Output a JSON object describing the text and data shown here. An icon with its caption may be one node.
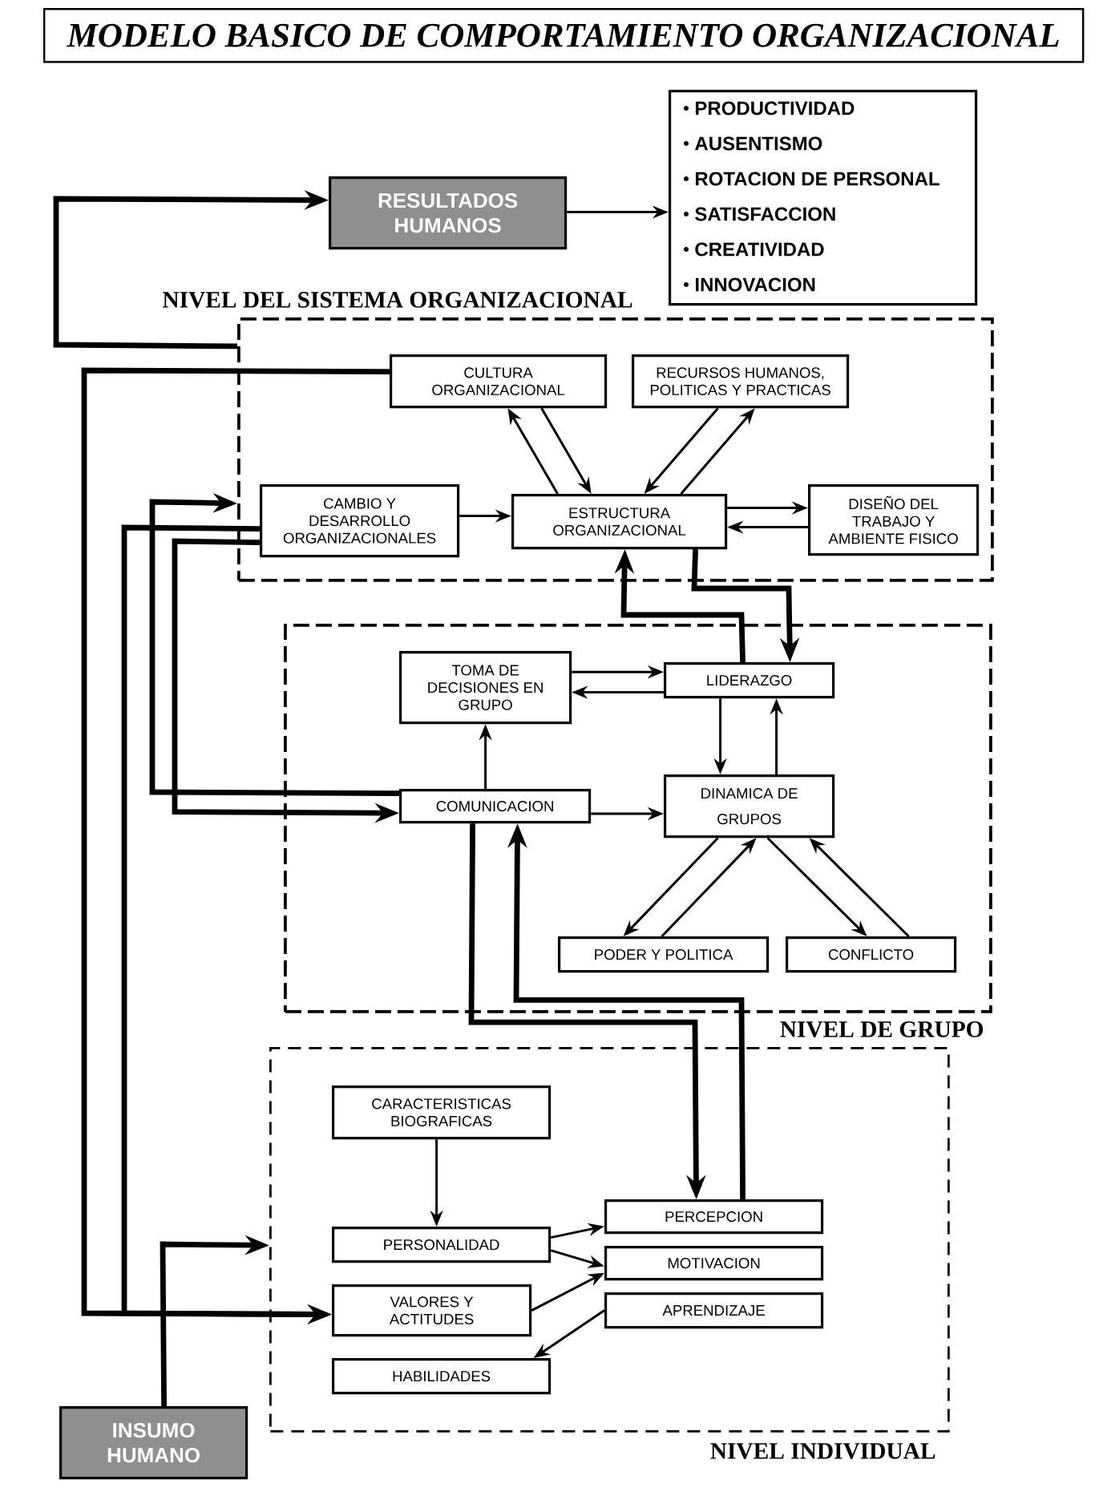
{
  "diagram": {
    "title": "MODELO BASICO DE COMPORTAMIENTO ORGANIZACIONAL",
    "nodes": [
      {
        "text": [
          "RESULTADOS HUMANOS"
        ]
      },
      {
        "text": [
          "PRODUCTIVIDAD",
          "AUSENTISMO",
          "ROTACION DE PERSONAL",
          "SATISFACCION",
          "CREATIVIDAD",
          "INNOVACION"
        ]
      },
      {
        "text": [
          "NIVEL DEL SISTEMA ORGANIZACIONAL"
        ]
      },
      {
        "text": [
          "CULTURA ORGANIZACIONAL"
        ],
        "in": 2
      },
      {
        "text": [
          "RECURSOS HUMANOS, POLITICAS Y PRACTICAS"
        ],
        "in": 2
      },
      {
        "text": [
          "CAMBIO Y DESARROLLO ORGANIZACIONALES"
        ],
        "in": 2
      },
      {
        "text": [
          "ESTRUCTURA ORGANIZACIONAL"
        ],
        "in": 2
      },
      {
        "text": [
          "DISEÑO DEL TRABAJO Y AMBIENTE FISICO"
        ],
        "in": 2
      },
      {
        "text": [
          "NIVEL DE GRUPO"
        ]
      },
      {
        "text": [
          "TOMA DE DECISIONES EN GRUPO"
        ],
        "in": 8
      },
      {
        "text": [
          "LIDERAZGO"
        ],
        "in": 8
      },
      {
        "text": [
          "COMUNICACION"
        ],
        "in": 8
      },
      {
        "text": [
          "DINAMICA DE GRUPOS"
        ],
        "in": 8
      },
      {
        "text": [
          "PODER Y POLITICA"
        ],
        "in": 8
      },
      {
        "text": [
          "CONFLICTO"
        ],
        "in": 8
      },
      {
        "text": [
          "NIVEL INDIVIDUAL"
        ]
      },
      {
        "text": [
          "CARACTERISTICAS BIOGRAFICAS"
        ],
        "in": 15
      },
      {
        "text": [
          "PERCEPCION"
        ],
        "in": 15
      },
      {
        "text": [
          "PERSONALIDAD"
        ],
        "in": 15
      },
      {
        "text": [
          "MOTIVACION"
        ],
        "in": 15
      },
      {
        "text": [
          "VALORES Y ACTITUDES"
        ],
        "in": 15
      },
      {
        "text": [
          "APRENDIZAJE"
        ],
        "in": 15
      },
      {
        "text": [
          "HABILIDADES"
        ],
        "in": 15
      },
      {
        "text": [
          "INSUMO HUMANO"
        ]
      }
    ],
    "edges": [
      {
        "from": 0,
        "to": 1,
        "arrow": "to"
      },
      {
        "from": 2,
        "to": 0,
        "arrow": "to",
        "style": "thick"
      },
      {
        "from": 3,
        "to": 6,
        "arrow": "to"
      },
      {
        "from": 6,
        "to": 3,
        "arrow": "to"
      },
      {
        "from": 4,
        "to": 6,
        "arrow": "to"
      },
      {
        "from": 6,
        "to": 4,
        "arrow": "to"
      },
      {
        "from": 5,
        "to": 6,
        "arrow": "to"
      },
      {
        "from": 6,
        "to": 7,
        "arrow": "to"
      },
      {
        "from": 7,
        "to": 6,
        "arrow": "to"
      },
      {
        "from": 6,
        "to": 10,
        "arrow": "to",
        "style": "thick"
      },
      {
        "from": 10,
        "to": 6,
        "arrow": "to",
        "style": "thick"
      },
      {
        "from": 9,
        "to": 10,
        "arrow": "to"
      },
      {
        "from": 10,
        "to": 9,
        "arrow": "to"
      },
      {
        "from": 11,
        "to": 9,
        "arrow": "to"
      },
      {
        "from": 11,
        "to": 12,
        "arrow": "to"
      },
      {
        "from": 10,
        "to": 12,
        "arrow": "to"
      },
      {
        "from": 12,
        "to": 10,
        "arrow": "to"
      },
      {
        "from": 12,
        "to": 13,
        "arrow": "to"
      },
      {
        "from": 13,
        "to": 12,
        "arrow": "to"
      },
      {
        "from": 12,
        "to": 14,
        "arrow": "to"
      },
      {
        "from": 14,
        "to": 12,
        "arrow": "to"
      },
      {
        "from": 11,
        "to": 17,
        "arrow": "to",
        "style": "thick"
      },
      {
        "from": 17,
        "to": 11,
        "arrow": "to",
        "style": "thick"
      },
      {
        "from": 16,
        "to": 18,
        "arrow": "to"
      },
      {
        "from": 18,
        "to": 17,
        "arrow": "to"
      },
      {
        "from": 18,
        "to": 19,
        "arrow": "to"
      },
      {
        "from": 20,
        "to": 19,
        "arrow": "to"
      },
      {
        "from": 21,
        "to": 22,
        "arrow": "to"
      },
      {
        "from": 3,
        "to": 20,
        "arrow": "to",
        "style": "thick"
      },
      {
        "from": 5,
        "to": 20,
        "arrow": "to",
        "style": "thick"
      },
      {
        "from": 5,
        "to": 11,
        "arrow": "to",
        "style": "thick"
      },
      {
        "from": 11,
        "to": 2,
        "arrow": "to",
        "style": "thick"
      },
      {
        "from": 23,
        "to": 15,
        "arrow": "to",
        "style": "thick"
      }
    ]
  }
}
